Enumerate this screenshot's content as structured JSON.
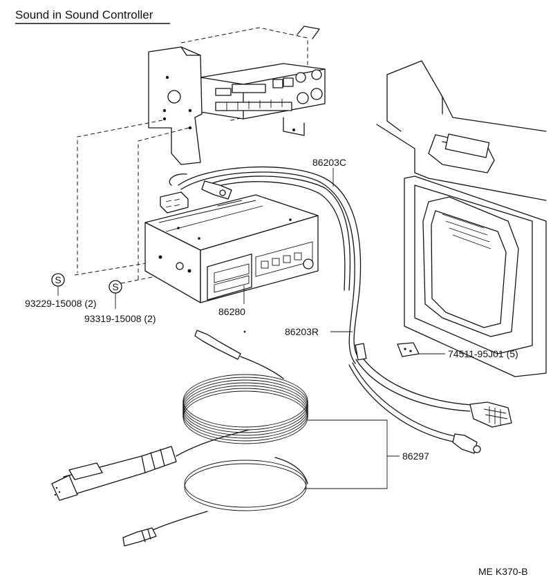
{
  "title": "Sound in Sound Controller",
  "labels": {
    "cable_c": "86203C",
    "cable_r": "86203R",
    "controller": "86280",
    "bolt_1": "93229-15008 (2)",
    "bolt_2": "93319-15008 (2)",
    "clip": "74511-95J01 (5)",
    "mic_kit": "86297",
    "bolt_symbol": "S",
    "footer": "ME K370-B"
  }
}
